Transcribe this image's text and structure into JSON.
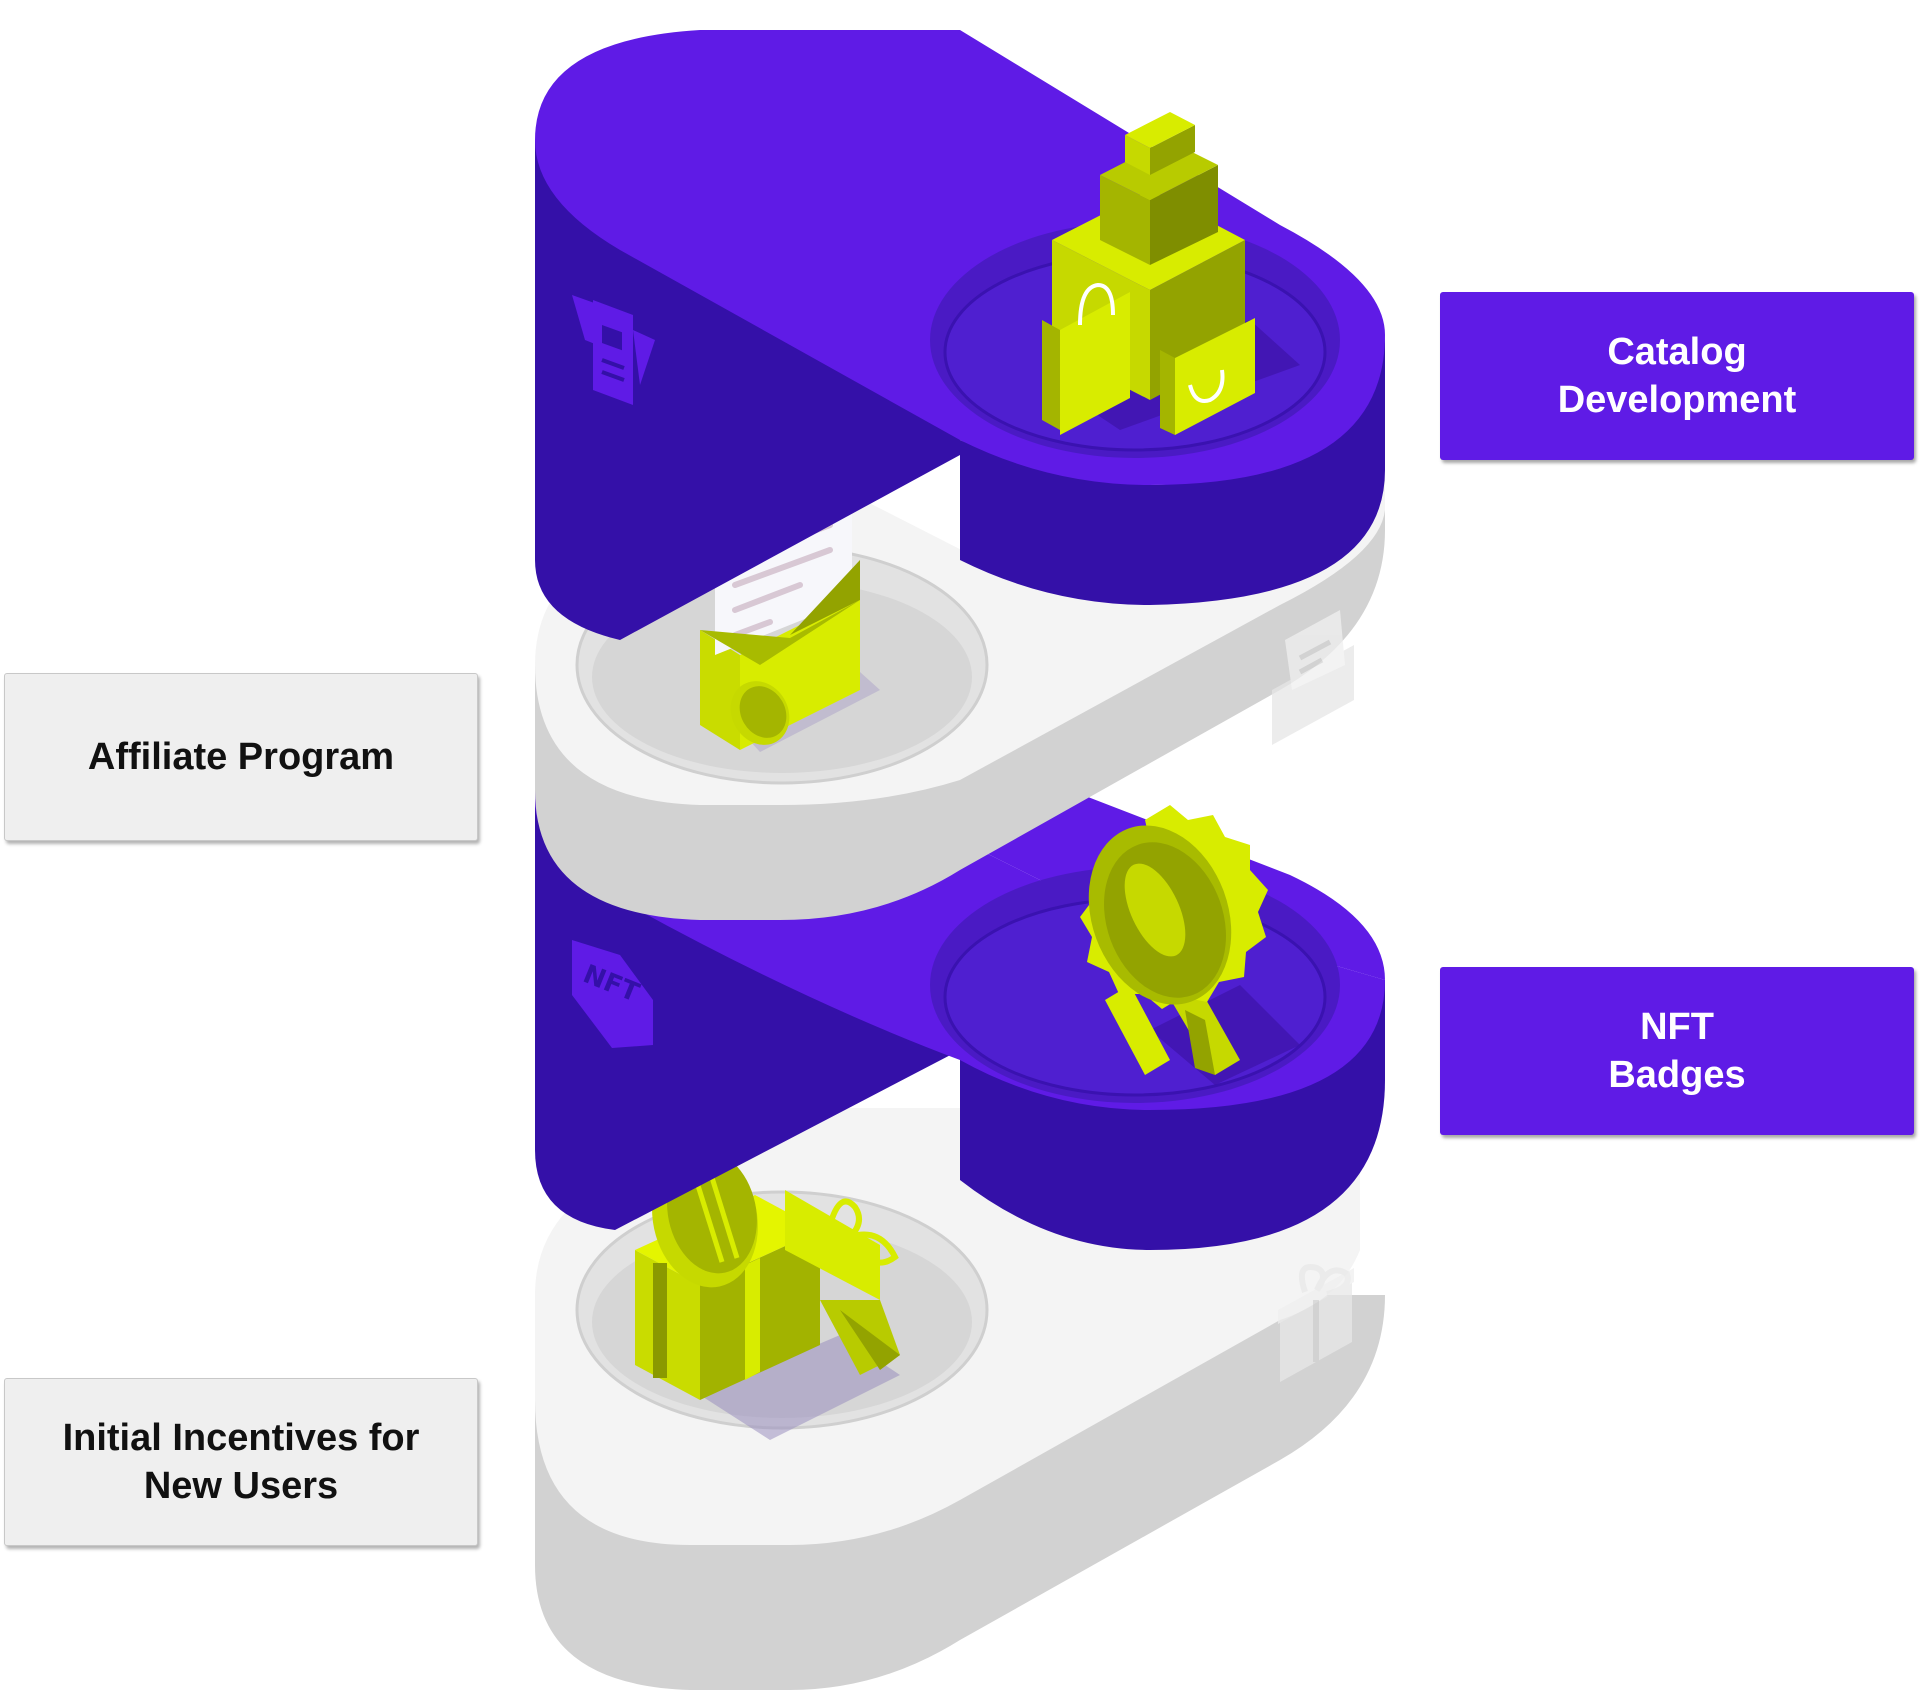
{
  "labels": {
    "catalog": "Catalog\nDevelopment",
    "affiliate": "Affiliate Program",
    "nft": "NFT\nBadges",
    "incentives": "Initial Incentives for\nNew Users"
  },
  "side_icons": {
    "nft_tag": "NFT"
  },
  "colors": {
    "purple": "#5f1be6",
    "purple_dark": "#3410a8",
    "gray_top": "#f4f4f4",
    "gray_side": "#d2d2d2",
    "lime": "#d8ec00",
    "olive": "#93a300",
    "label_gray_bg": "#efefef"
  },
  "icons": {
    "tier1": "shopping-bags-and-boxes-icon",
    "tier2": "envelope-with-letter-and-coin-icon",
    "tier3": "award-badge-icon",
    "tier4": "gift-box-with-coin-icon",
    "side1": "catalog-document-icon",
    "side2": "envelope-icon",
    "side3": "nft-tag-icon",
    "side4": "gift-icon"
  }
}
